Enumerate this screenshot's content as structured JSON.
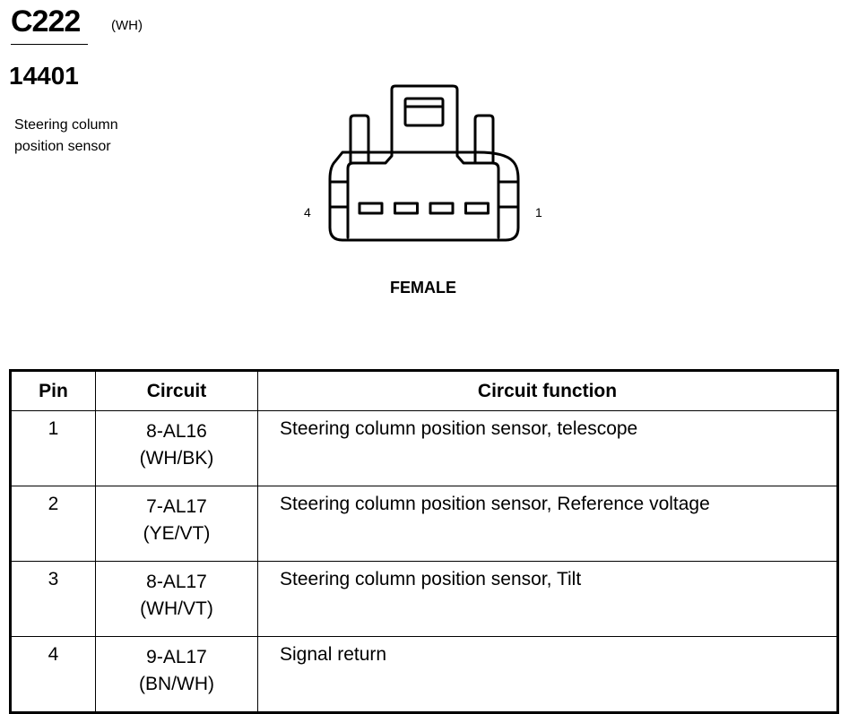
{
  "header": {
    "connector_id": "C222",
    "connector_color": "(WH)",
    "part_number": "14401",
    "component_name_line1": "Steering column",
    "component_name_line2": "position sensor"
  },
  "diagram": {
    "pin_left_label": "4",
    "pin_right_label": "1",
    "gender_label": "FEMALE",
    "cavity_count": 4
  },
  "table": {
    "headers": {
      "pin": "Pin",
      "circuit": "Circuit",
      "function": "Circuit function"
    },
    "rows": [
      {
        "pin": "1",
        "circuit": "8-AL16",
        "wire_color": "(WH/BK)",
        "function": "Steering column position sensor, telescope"
      },
      {
        "pin": "2",
        "circuit": "7-AL17",
        "wire_color": "(YE/VT)",
        "function": "Steering column position sensor, Reference voltage"
      },
      {
        "pin": "3",
        "circuit": "8-AL17",
        "wire_color": "(WH/VT)",
        "function": "Steering column position sensor, Tilt"
      },
      {
        "pin": "4",
        "circuit": "9-AL17",
        "wire_color": "(BN/WH)",
        "function": "Signal return"
      }
    ]
  }
}
